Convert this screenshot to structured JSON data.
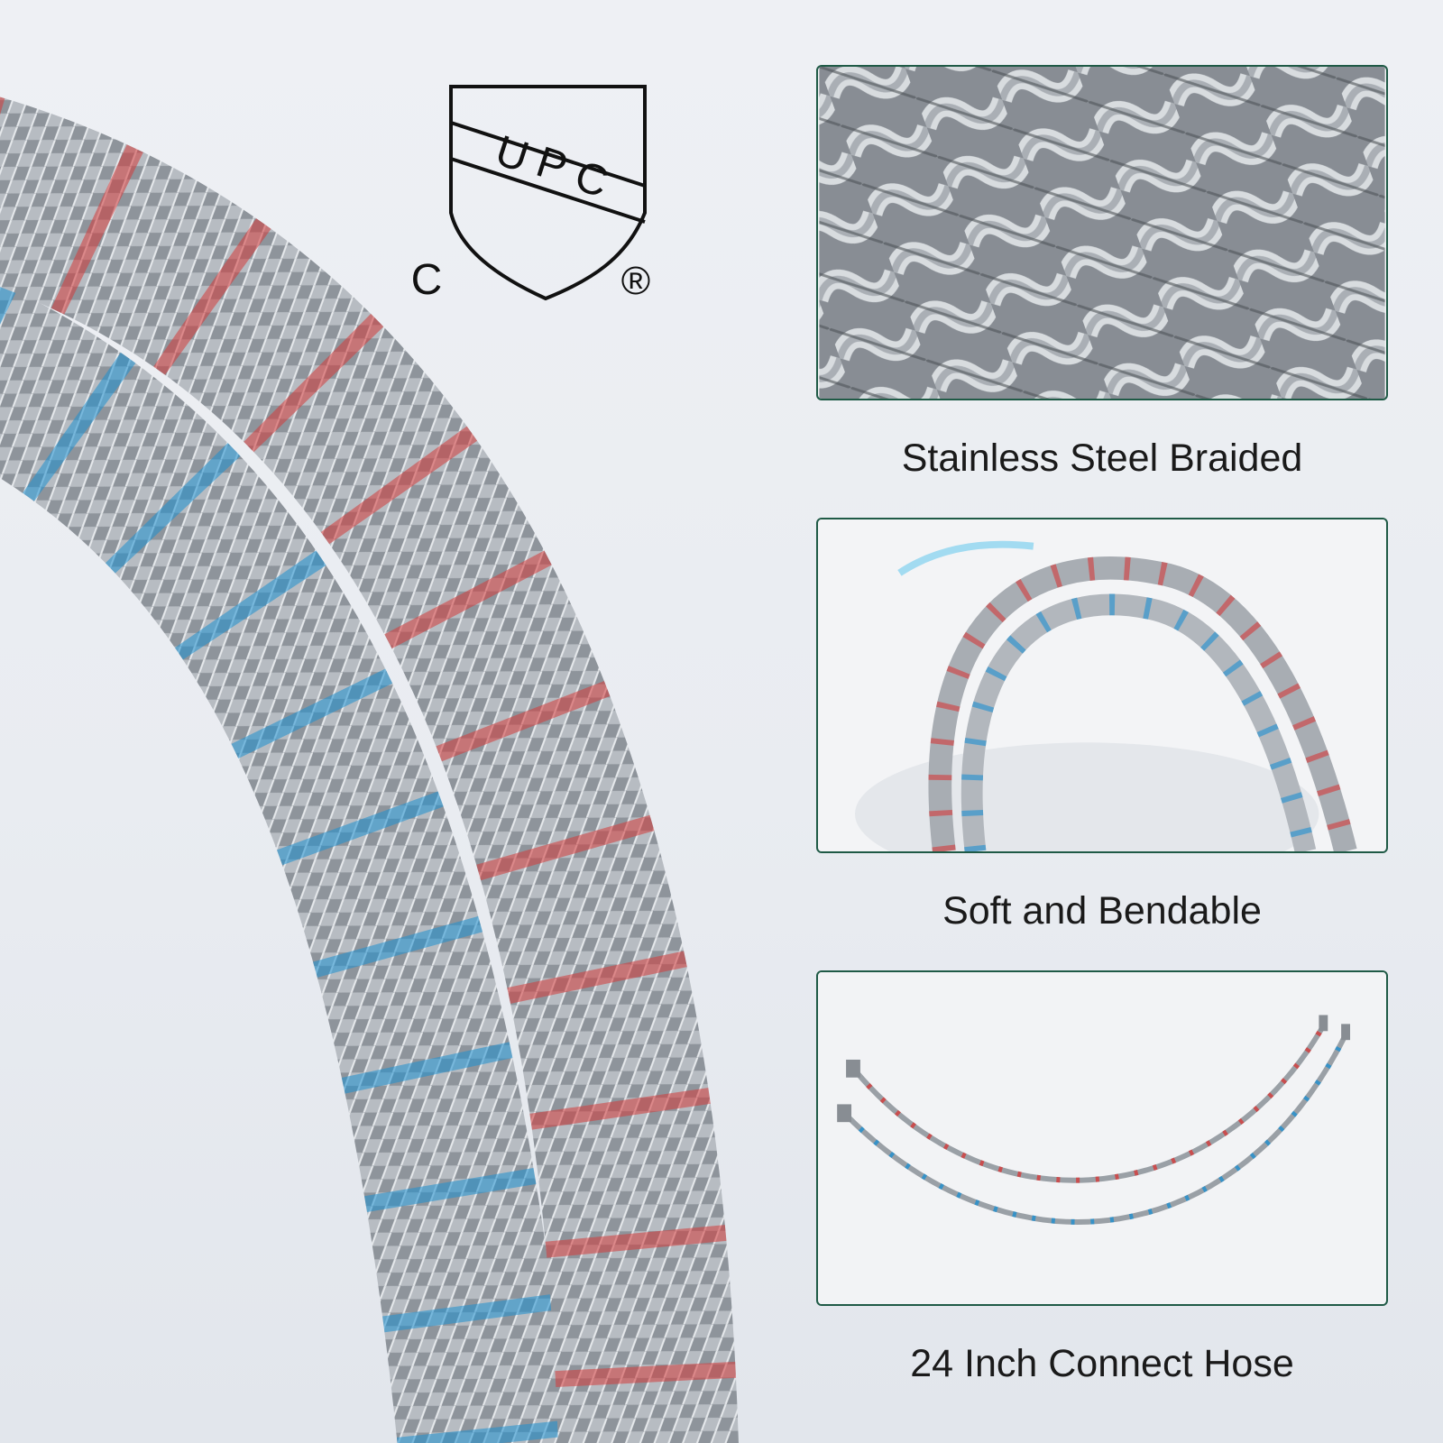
{
  "certification": {
    "mark": "UPC",
    "letter_left": "C",
    "registered": "®"
  },
  "features": [
    {
      "caption": "Stainless Steel Braided"
    },
    {
      "caption": "Soft and Bendable"
    },
    {
      "caption": "24 Inch Connect Hose"
    }
  ],
  "colors": {
    "hot_stripe": "#d43a3a",
    "cold_stripe": "#1e8fd0",
    "panel_border": "#1f5a46",
    "steel": "#a8adb3"
  }
}
